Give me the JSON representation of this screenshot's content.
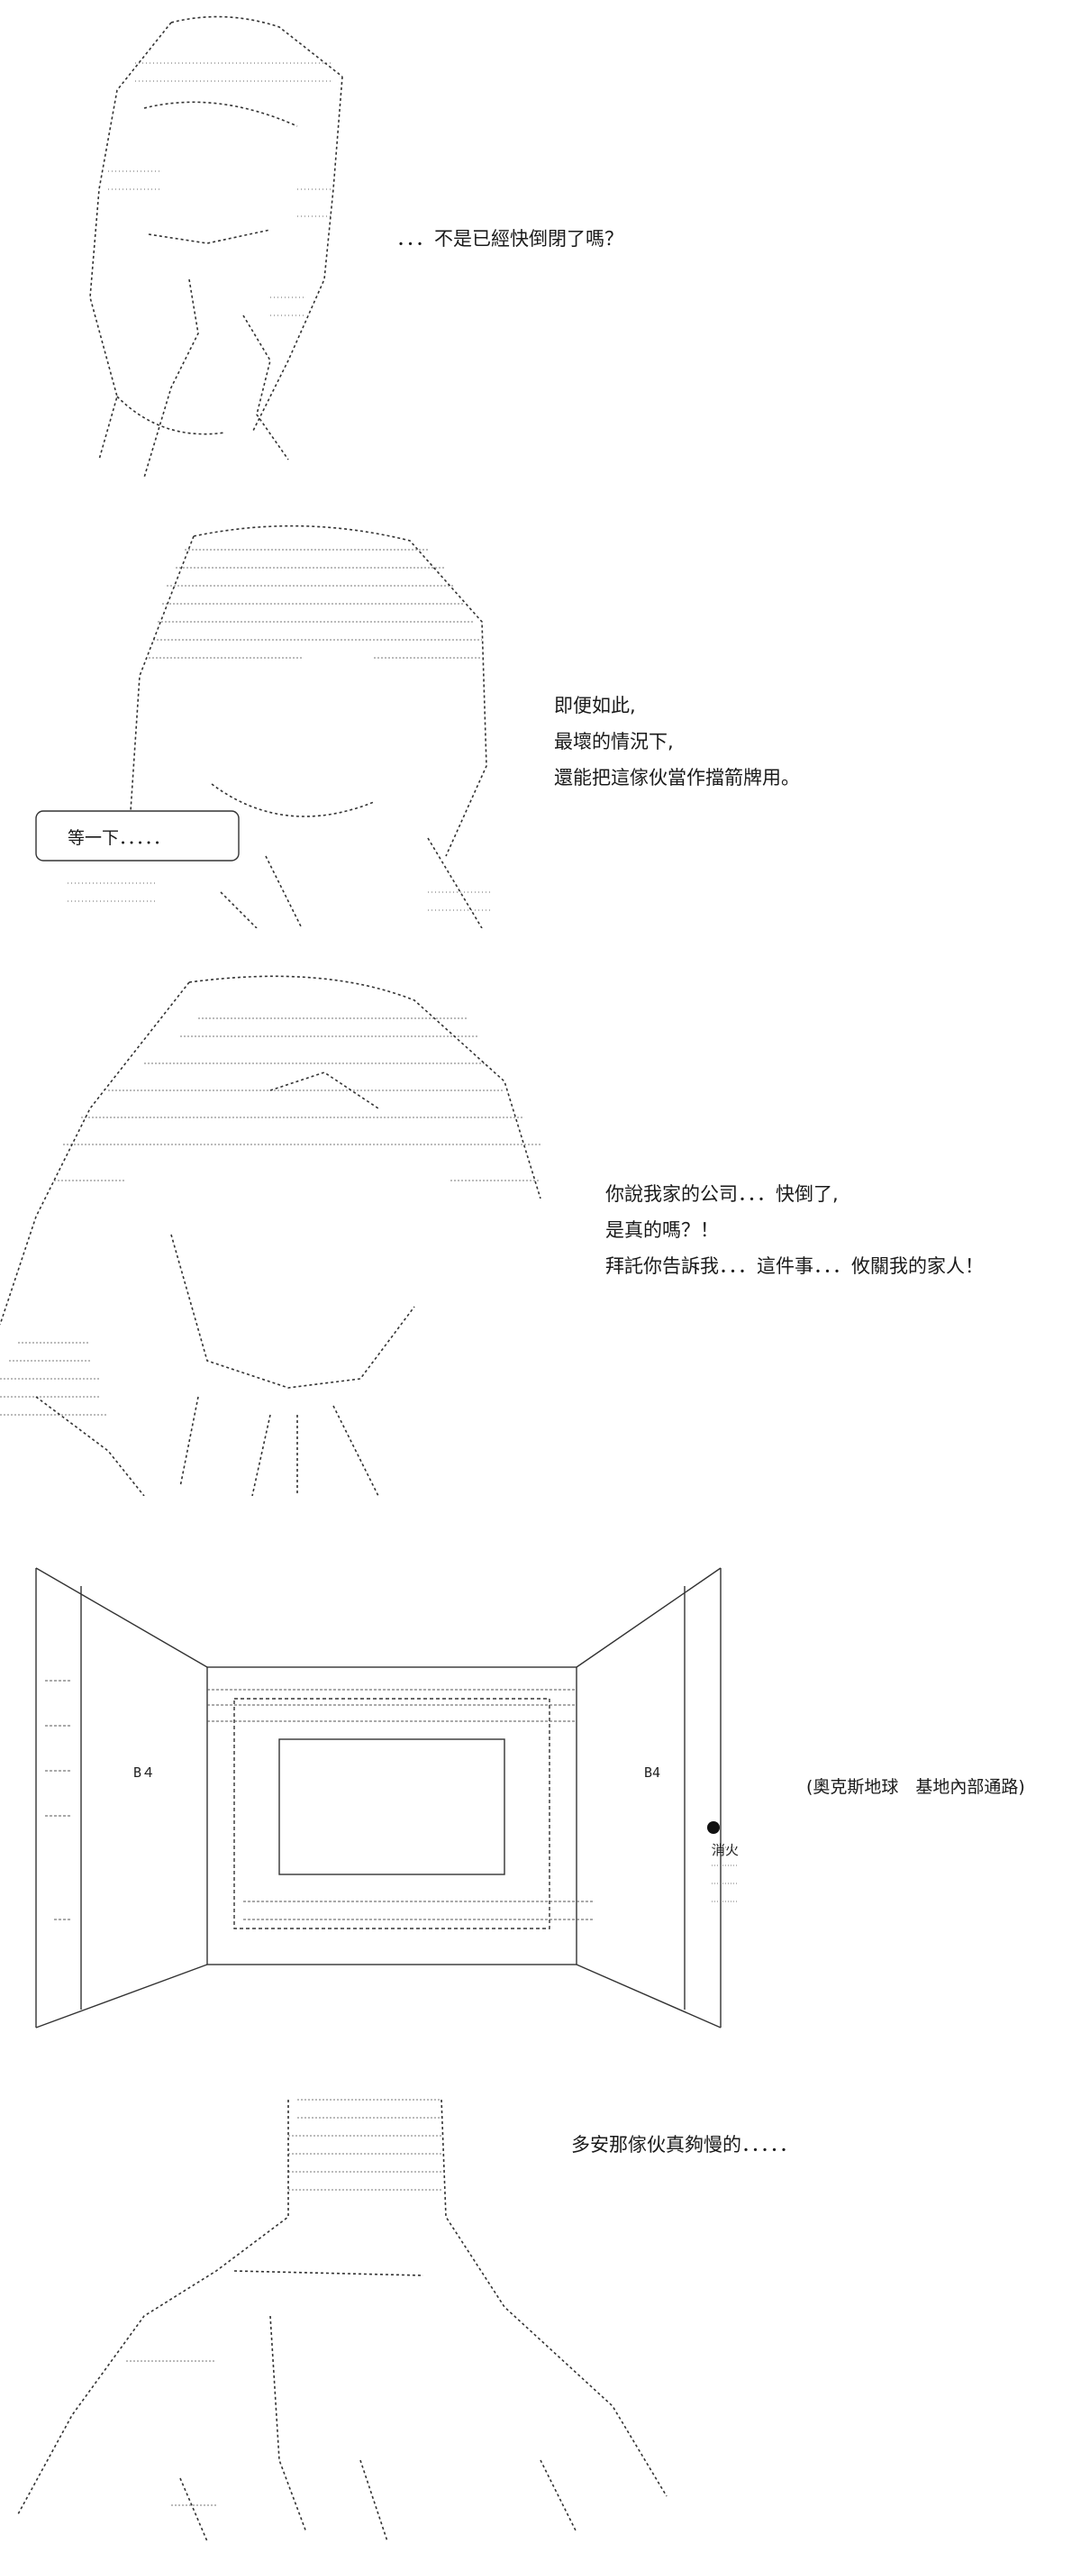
{
  "panels": [
    {
      "id": "panel-1",
      "lines": [
        "．．．不是已經快倒閉了嗎？"
      ]
    },
    {
      "id": "panel-2",
      "lines": [
        "即便如此,",
        "最壞的情況下,",
        "還能把這傢伙當作擋箭牌用。"
      ],
      "bubble": "等一下．．．．．"
    },
    {
      "id": "panel-3",
      "lines": [
        "你說我家的公司．．．快倒了,",
        "是真的嗎？！",
        "拜託你告訴我．．．這件事．．．攸關我的家人！"
      ]
    },
    {
      "id": "panel-4",
      "caption": "(奧克斯地球　基地內部通路)",
      "signs": [
        "B４",
        "B4",
        "消火"
      ]
    },
    {
      "id": "panel-5",
      "lines": [
        "多安那傢伙真夠慢的．．．．．"
      ]
    }
  ]
}
